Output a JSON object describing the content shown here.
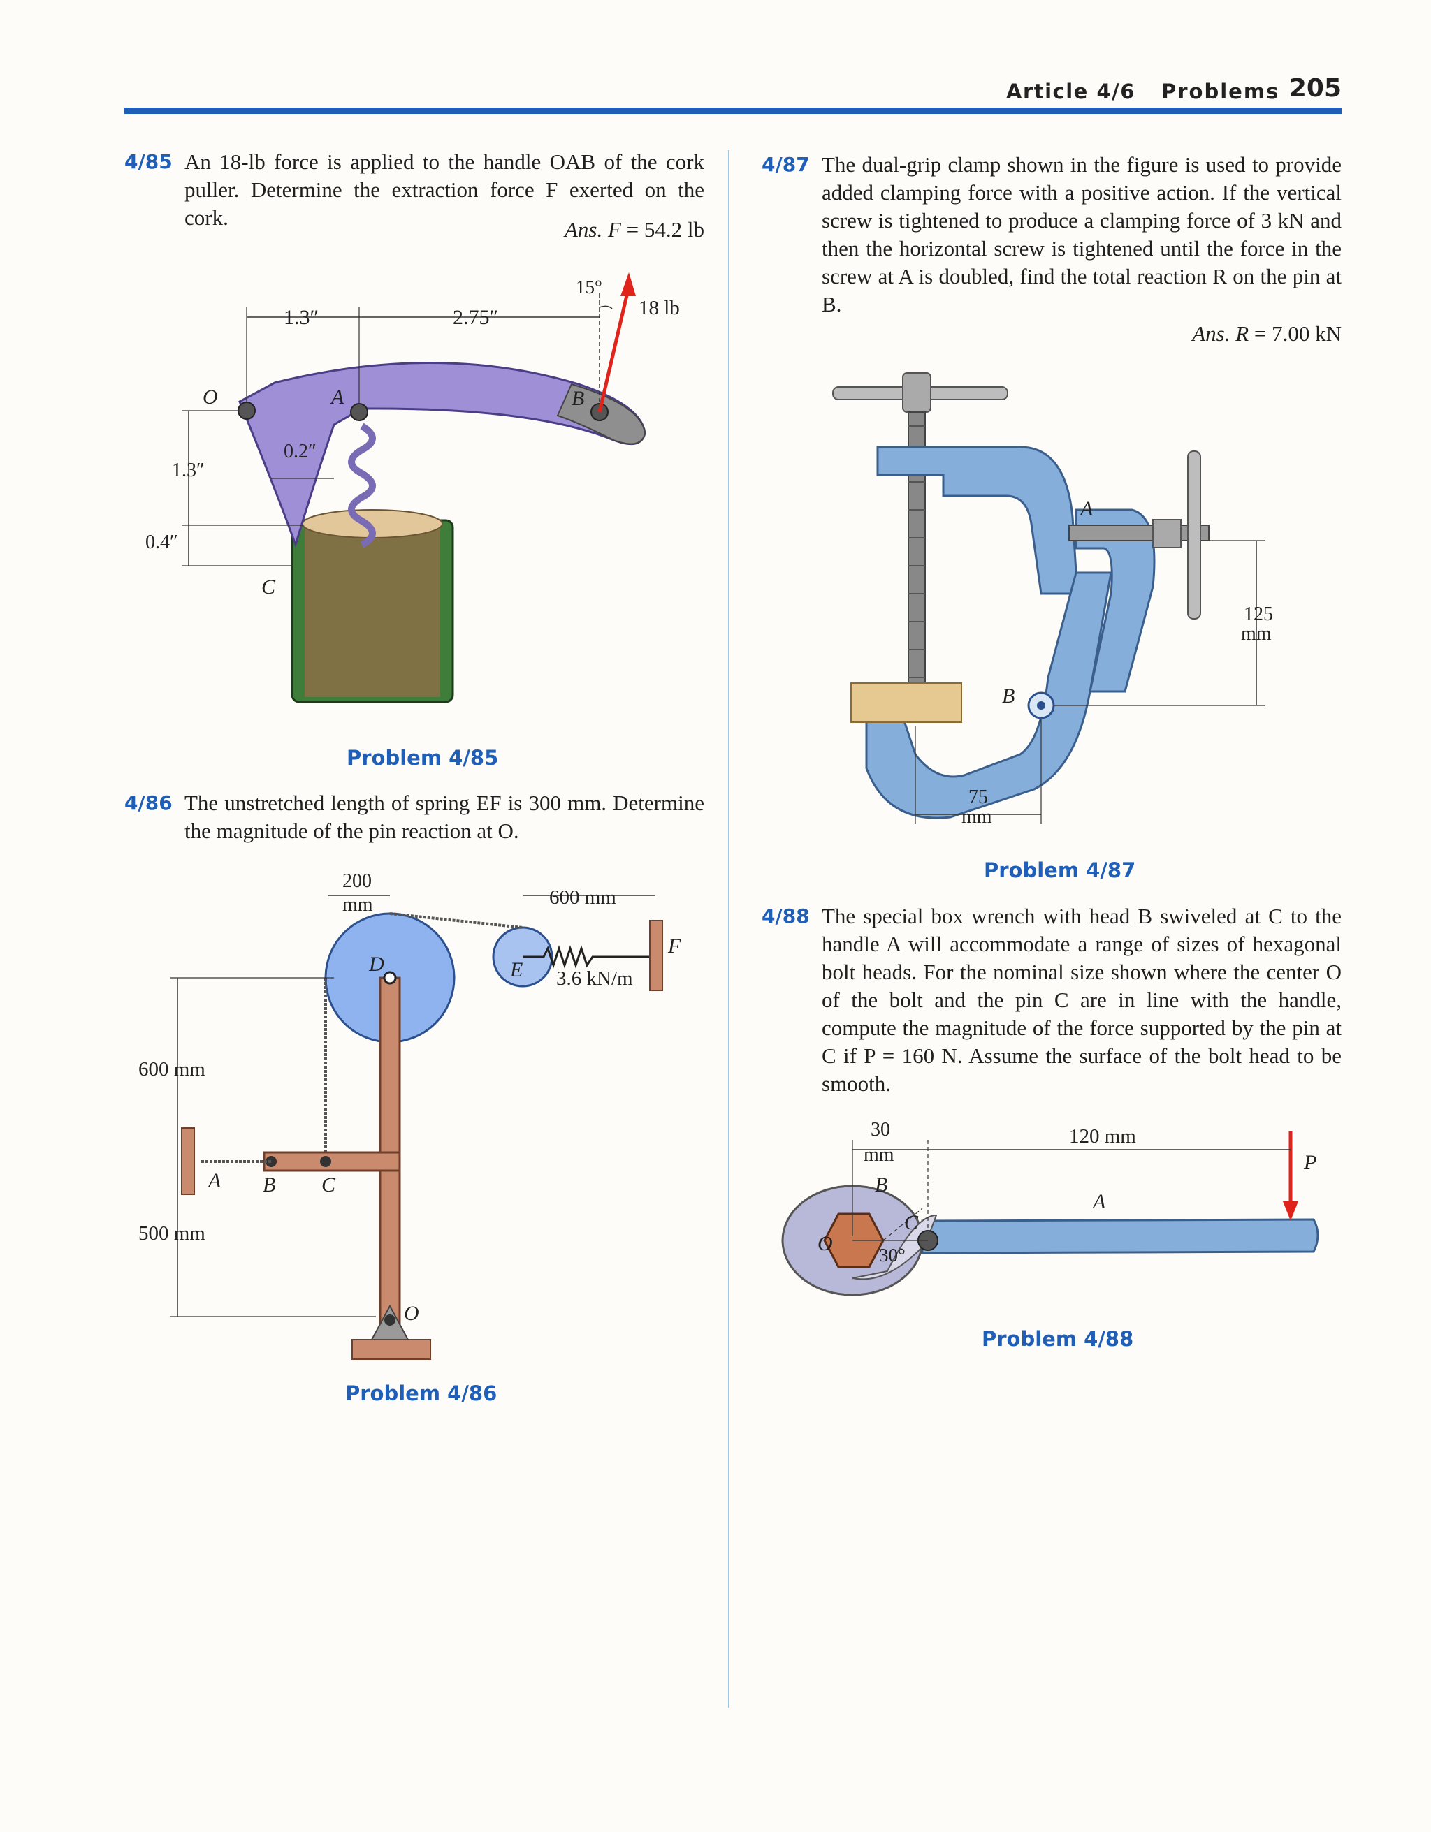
{
  "header": {
    "article": "Article 4/6",
    "section": "Problems",
    "page_number": "205"
  },
  "problems": [
    {
      "number": "4/85",
      "text": "An 18-lb force is applied to the handle OAB of the cork puller. Determine the extraction force F exerted on the cork.",
      "answer_label": "Ans. F",
      "answer_value": "= 54.2 lb",
      "caption": "Problem 4/85",
      "figure": {
        "dim_1": "1.3″",
        "dim_2": "2.75″",
        "angle": "15°",
        "force": "18 lb",
        "label_O": "O",
        "label_A": "A",
        "label_B": "B",
        "label_C": "C",
        "dim_02": "0.2″",
        "dim_13v": "1.3″",
        "dim_04": "0.4″"
      }
    },
    {
      "number": "4/86",
      "text": "The unstretched length of spring EF is 300 mm. Determine the magnitude of the pin reaction at O.",
      "caption": "Problem 4/86",
      "figure": {
        "dim_200": "200",
        "dim_200_unit": "mm",
        "dim_600h": "600 mm",
        "spring_k": "3.6 kN/m",
        "dim_600v": "600 mm",
        "dim_500v": "500 mm",
        "label_A": "A",
        "label_B": "B",
        "label_C": "C",
        "label_D": "D",
        "label_E": "E",
        "label_F": "F",
        "label_O": "O"
      }
    },
    {
      "number": "4/87",
      "text": "The dual-grip clamp shown in the figure is used to provide added clamping force with a positive action. If the vertical screw is tightened to produce a clamping force of 3 kN and then the horizontal screw is tightened until the force in the screw at A is doubled, find the total reaction R on the pin at B.",
      "answer_label": "Ans. R",
      "answer_value": "= 7.00 kN",
      "caption": "Problem 4/87",
      "figure": {
        "label_A": "A",
        "label_B": "B",
        "dim_125": "125",
        "dim_125_unit": "mm",
        "dim_75": "75",
        "dim_75_unit": "mm"
      }
    },
    {
      "number": "4/88",
      "text": "The special box wrench with head B swiveled at C to the handle A will accommodate a range of sizes of hexagonal bolt heads. For the nominal size shown where the center O of the bolt and the pin C are in line with the handle, compute the magnitude of the force supported by the pin at C if P = 160 N. Assume the surface of the bolt head to be smooth.",
      "caption": "Problem 4/88",
      "figure": {
        "dim_30": "30",
        "dim_30_unit": "mm",
        "dim_120": "120 mm",
        "label_P": "P",
        "label_B": "B",
        "label_A": "A",
        "label_C": "C",
        "label_O": "O",
        "angle": "30°"
      }
    }
  ],
  "colors": {
    "accent_blue": "#1f5fb8",
    "column_rule": "#9cc7e3",
    "force_red": "#e0231b",
    "handle_purple": "#8a78c8",
    "clamp_blue": "#86aedb",
    "rod_brown": "#c98a6e"
  }
}
